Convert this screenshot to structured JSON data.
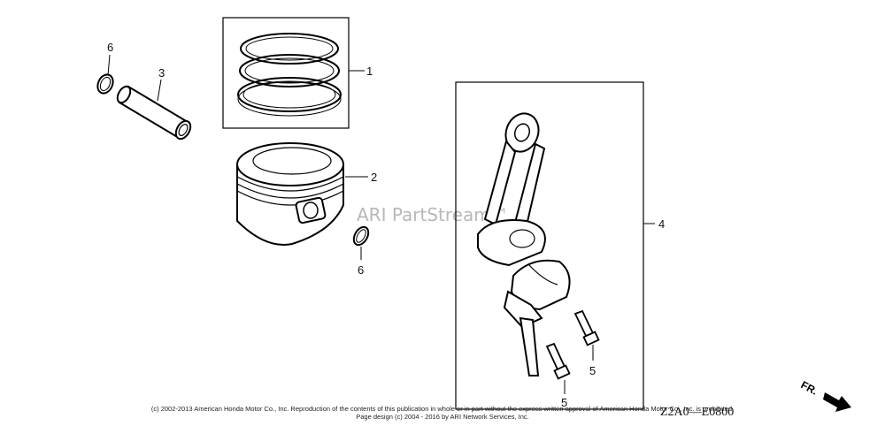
{
  "callouts": {
    "piston_ring_set": "1",
    "piston": "2",
    "piston_pin": "3",
    "connecting_rod": "4",
    "rod_bolt_upper": "5",
    "rod_bolt_lower": "5",
    "pin_clip_top": "6",
    "pin_clip_bottom": "6"
  },
  "watermark": "ARI PartStream™",
  "diagram_code": "Z2A0—E0800",
  "direction_label": "FR.",
  "copyright_line1": "(c) 2002-2013 American Honda Motor Co., Inc. Reproduction of the contents of this publication in whole or in part without the express written approval of American Honda Motor Co., Inc. is prohibited.",
  "copyright_line2": "Page design (c) 2004 - 2016 by ARI Network Services, Inc."
}
